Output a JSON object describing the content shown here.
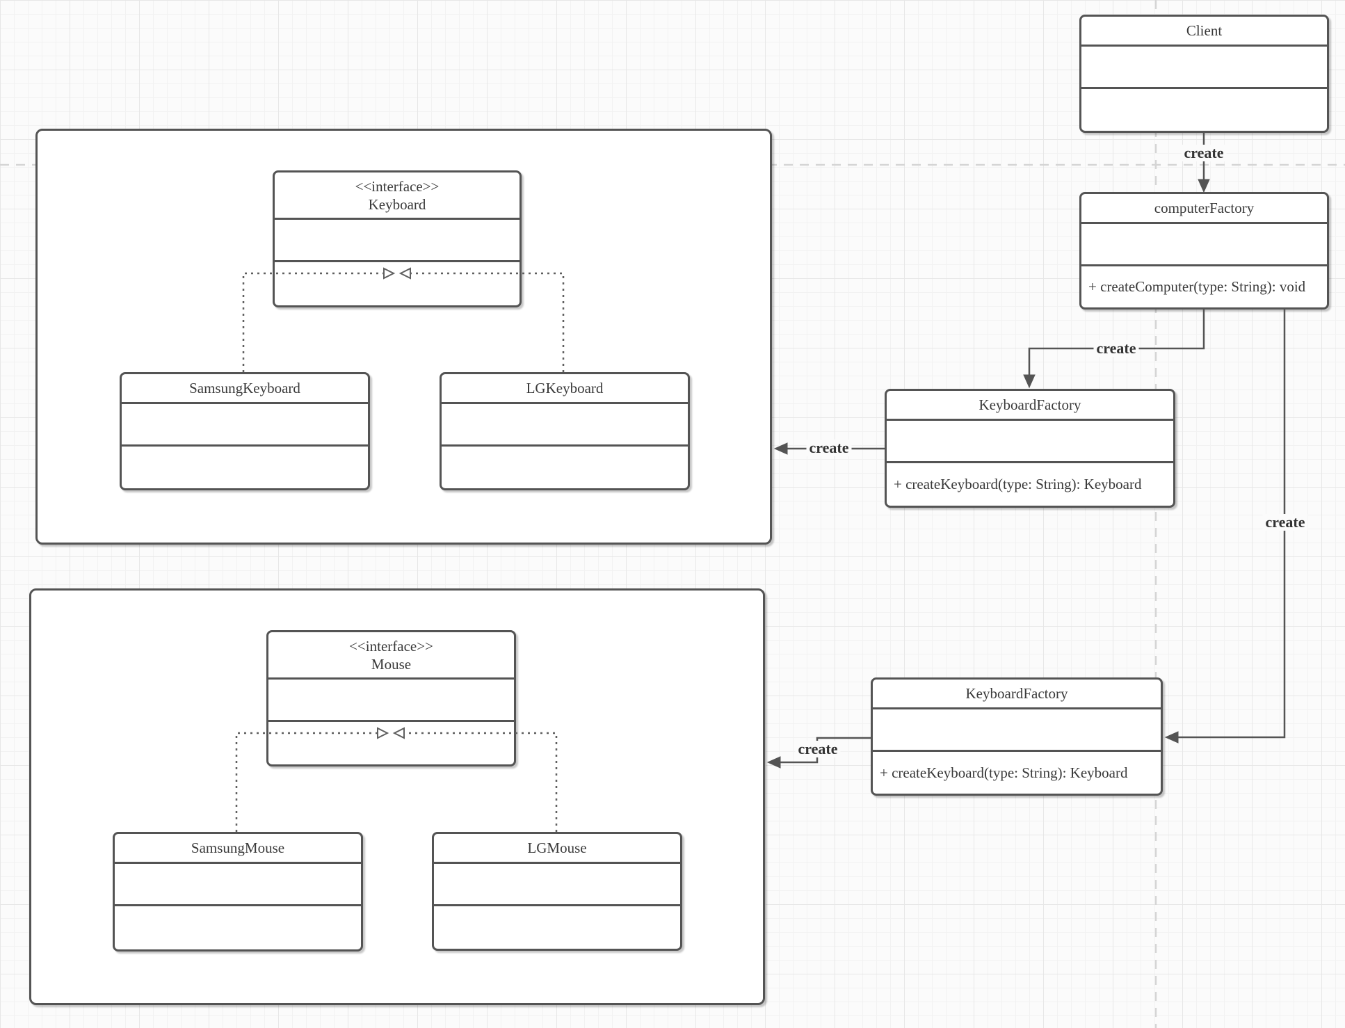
{
  "diagram": {
    "type": "uml-class-diagram",
    "classes": {
      "client": {
        "title": "Client"
      },
      "computer_factory": {
        "title": "computerFactory",
        "method": "+ createComputer(type: String): void"
      },
      "keyboard_factory_top": {
        "title": "KeyboardFactory",
        "method": "+ createKeyboard(type: String): Keyboard"
      },
      "keyboard_factory_bottom": {
        "title": "KeyboardFactory",
        "method": "+ createKeyboard(type: String): Keyboard"
      },
      "keyboard_interface": {
        "stereotype": "<<interface>>",
        "title": "Keyboard"
      },
      "samsung_keyboard": {
        "title": "SamsungKeyboard"
      },
      "lg_keyboard": {
        "title": "LGKeyboard"
      },
      "mouse_interface": {
        "stereotype": "<<interface>>",
        "title": "Mouse"
      },
      "samsung_mouse": {
        "title": "SamsungMouse"
      },
      "lg_mouse": {
        "title": "LGMouse"
      }
    },
    "edges": {
      "client_to_computerfactory": {
        "label": "create"
      },
      "computerfactory_to_keyboardfactory_top": {
        "label": "create"
      },
      "keyboardfactory_top_to_keyboard_group": {
        "label": "create"
      },
      "computerfactory_to_keyboardfactory_bottom": {
        "label": "create"
      },
      "keyboardfactory_bottom_to_mouse_group": {
        "label": "create"
      }
    },
    "colors": {
      "stroke": "#545454",
      "text": "#3a3a3a",
      "label_text": "#333333",
      "page_divider": "#d5d5d5",
      "canvas": "#fbfbfb"
    }
  }
}
